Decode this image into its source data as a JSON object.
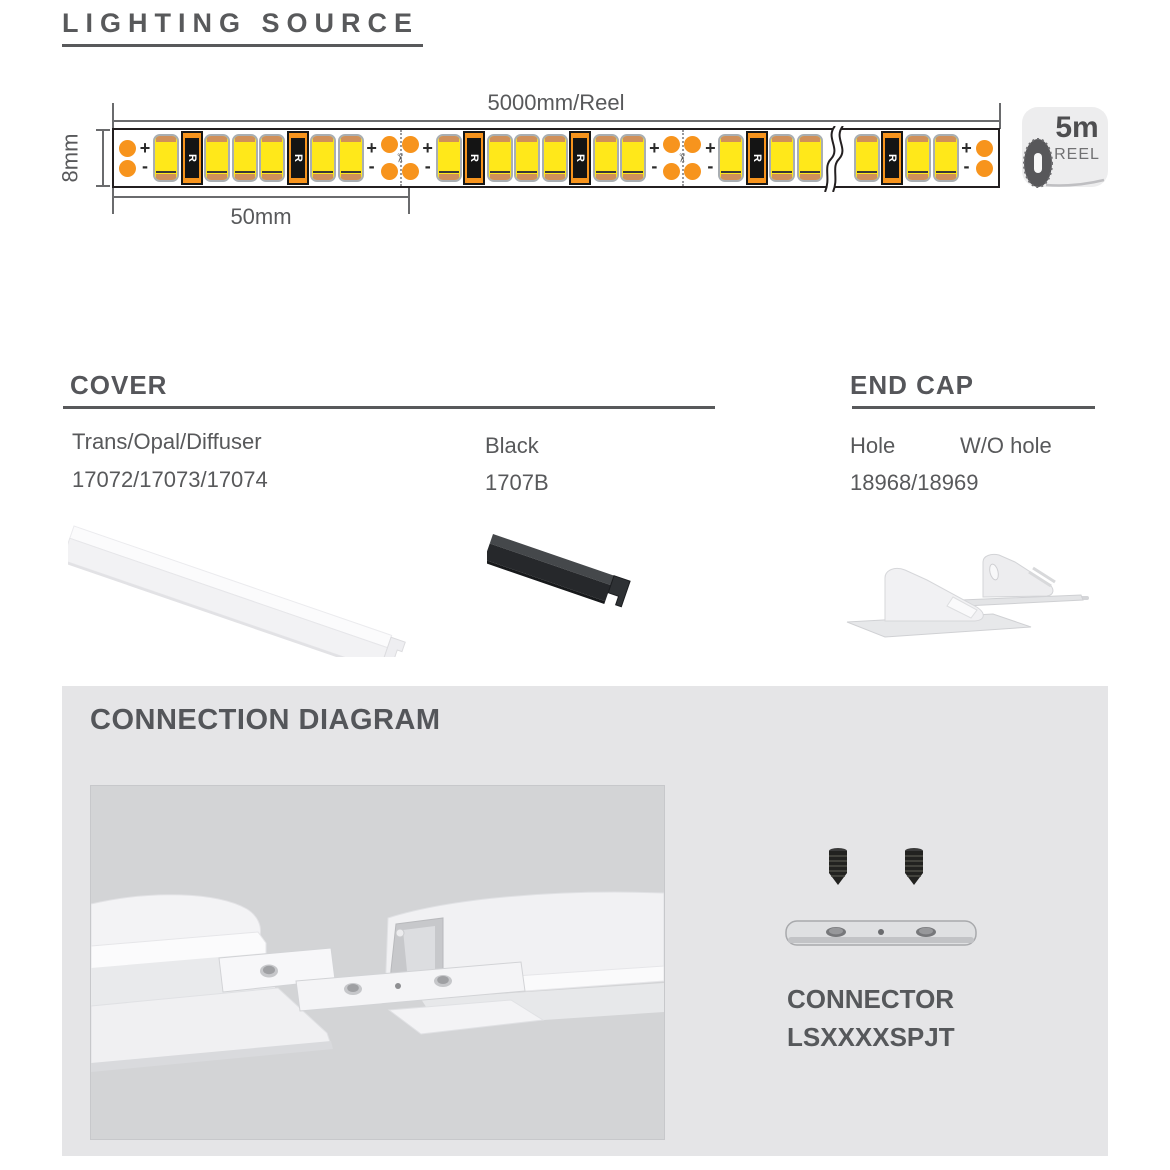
{
  "title": "LIGHTING SOURCE",
  "strip": {
    "reel_dim_label": "5000mm/Reel",
    "height_dim_label": "8mm",
    "cut_dim_label": "50mm",
    "plus_sign": "+",
    "minus_sign": "-",
    "resistor_label": "R",
    "cut_icon": "✂",
    "led_color": "#ffe81a",
    "pad_color": "#f7941d",
    "badge": {
      "size": "5m",
      "type": "REEL"
    },
    "sequence": [
      "pads",
      "signs",
      "led",
      "res",
      "led",
      "led",
      "led",
      "res",
      "led",
      "led",
      "signs",
      "cut",
      "signs",
      "led",
      "res",
      "led",
      "led",
      "led",
      "res",
      "led",
      "led",
      "signs",
      "cut",
      "signs",
      "led",
      "res",
      "led",
      "led",
      "break",
      "led",
      "res",
      "led",
      "led",
      "signs",
      "pads"
    ]
  },
  "cover": {
    "heading": "COVER",
    "items": [
      {
        "name": "Trans/Opal/Diffuser",
        "codes": "17072/17073/17074"
      },
      {
        "name": "Black",
        "codes": "1707B"
      }
    ]
  },
  "endcap": {
    "heading": "END CAP",
    "option_a": "Hole",
    "option_b": "W/O hole",
    "codes": "18968/18969"
  },
  "connection": {
    "heading": "CONNECTION DIAGRAM",
    "connector_name": "CONNECTOR",
    "connector_code": "LSXXXXSPJT"
  }
}
